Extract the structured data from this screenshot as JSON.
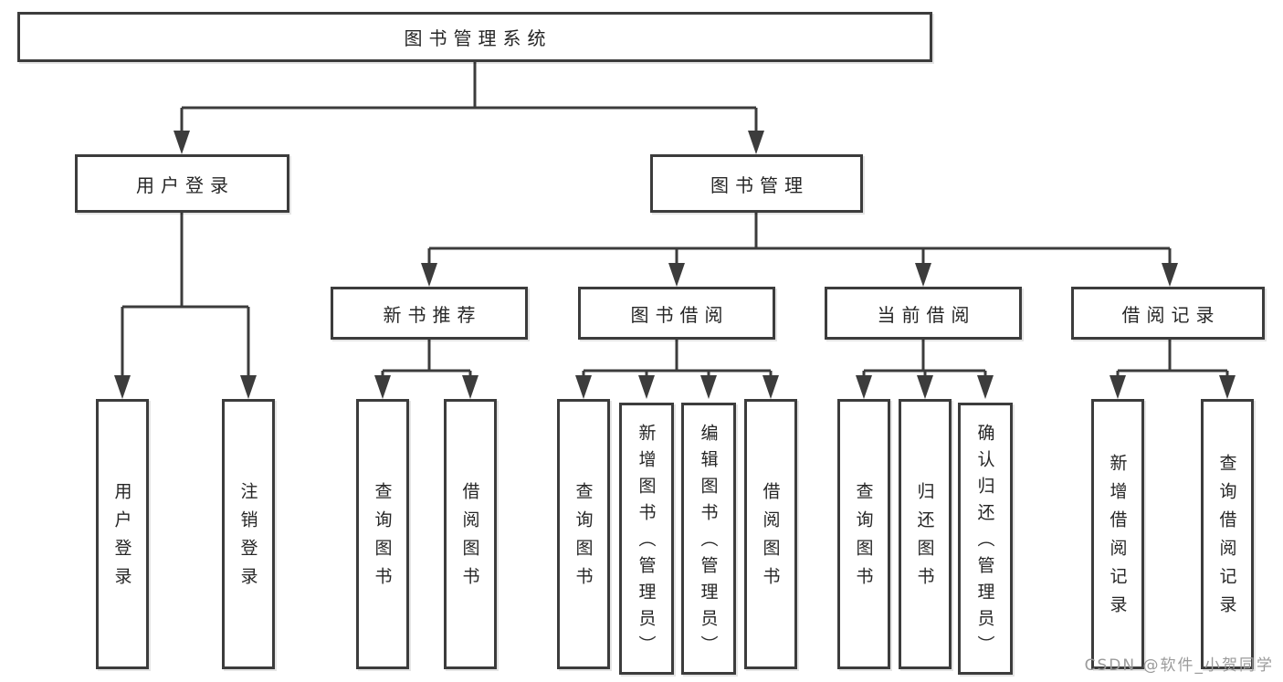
{
  "diagram": {
    "root": {
      "label": "图书管理系统"
    },
    "user_login": {
      "label": "用户登录",
      "children": [
        "用户登录",
        "注销登录"
      ]
    },
    "book_mgmt": {
      "label": "图书管理",
      "sections": [
        {
          "label": "新书推荐",
          "children": [
            "查询图书",
            "借阅图书"
          ]
        },
        {
          "label": "图书借阅",
          "children": [
            "查询图书",
            "新增图书（管理员）",
            "编辑图书（管理员）",
            "借阅图书"
          ]
        },
        {
          "label": "当前借阅",
          "children": [
            "查询图书",
            "归还图书",
            "确认归还（管理员）"
          ]
        },
        {
          "label": "借阅记录",
          "children": [
            "新增借阅记录",
            "查询借阅记录"
          ]
        }
      ]
    }
  },
  "watermark": {
    "text": "CSDN @软件_小贺同学"
  },
  "colors": {
    "line": "#3c3c3c",
    "text": "#262626",
    "watermark": "#9b9b9b",
    "background": "#ffffff"
  }
}
